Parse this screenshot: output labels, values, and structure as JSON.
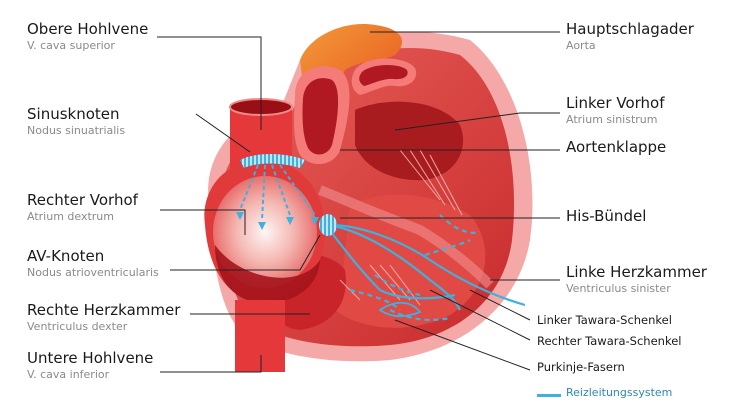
{
  "labels_left": [
    {
      "main": "Obere Hohlvene",
      "sub": "V. cava superior"
    },
    {
      "main": "Sinusknoten",
      "sub": "Nodus sinuatrialis"
    },
    {
      "main": "Rechter Vorhof",
      "sub": "Atrium dextrum"
    },
    {
      "main": "AV-Knoten",
      "sub": "Nodus atrioventricularis"
    },
    {
      "main": "Rechte Herzkammer",
      "sub": "Ventriculus dexter"
    },
    {
      "main": "Untere Hohlvene",
      "sub": "V. cava inferior"
    }
  ],
  "labels_right": [
    {
      "main": "Hauptschlagader",
      "sub": "Aorta"
    },
    {
      "main": "Linker Vorhof",
      "sub": "Atrium sinistrum"
    },
    {
      "main": "Aortenklappe",
      "sub": ""
    },
    {
      "main": "His-Bündel",
      "sub": ""
    },
    {
      "main": "Linke Herzkammer",
      "sub": "Ventriculus sinister"
    }
  ],
  "labels_small": [
    "Linker Tawara-Schenkel",
    "Rechter Tawara-Schenkel",
    "Purkinje-Fasern"
  ],
  "legend": {
    "label": "Reizleitungssystem",
    "color": "#3db1e0"
  },
  "colors": {
    "heart_red": "#d93a3a",
    "dark_red": "#a8141c",
    "aorta_orange": "#f07a2a",
    "pink": "#f4a8a8",
    "conduction": "#3db1e0"
  }
}
